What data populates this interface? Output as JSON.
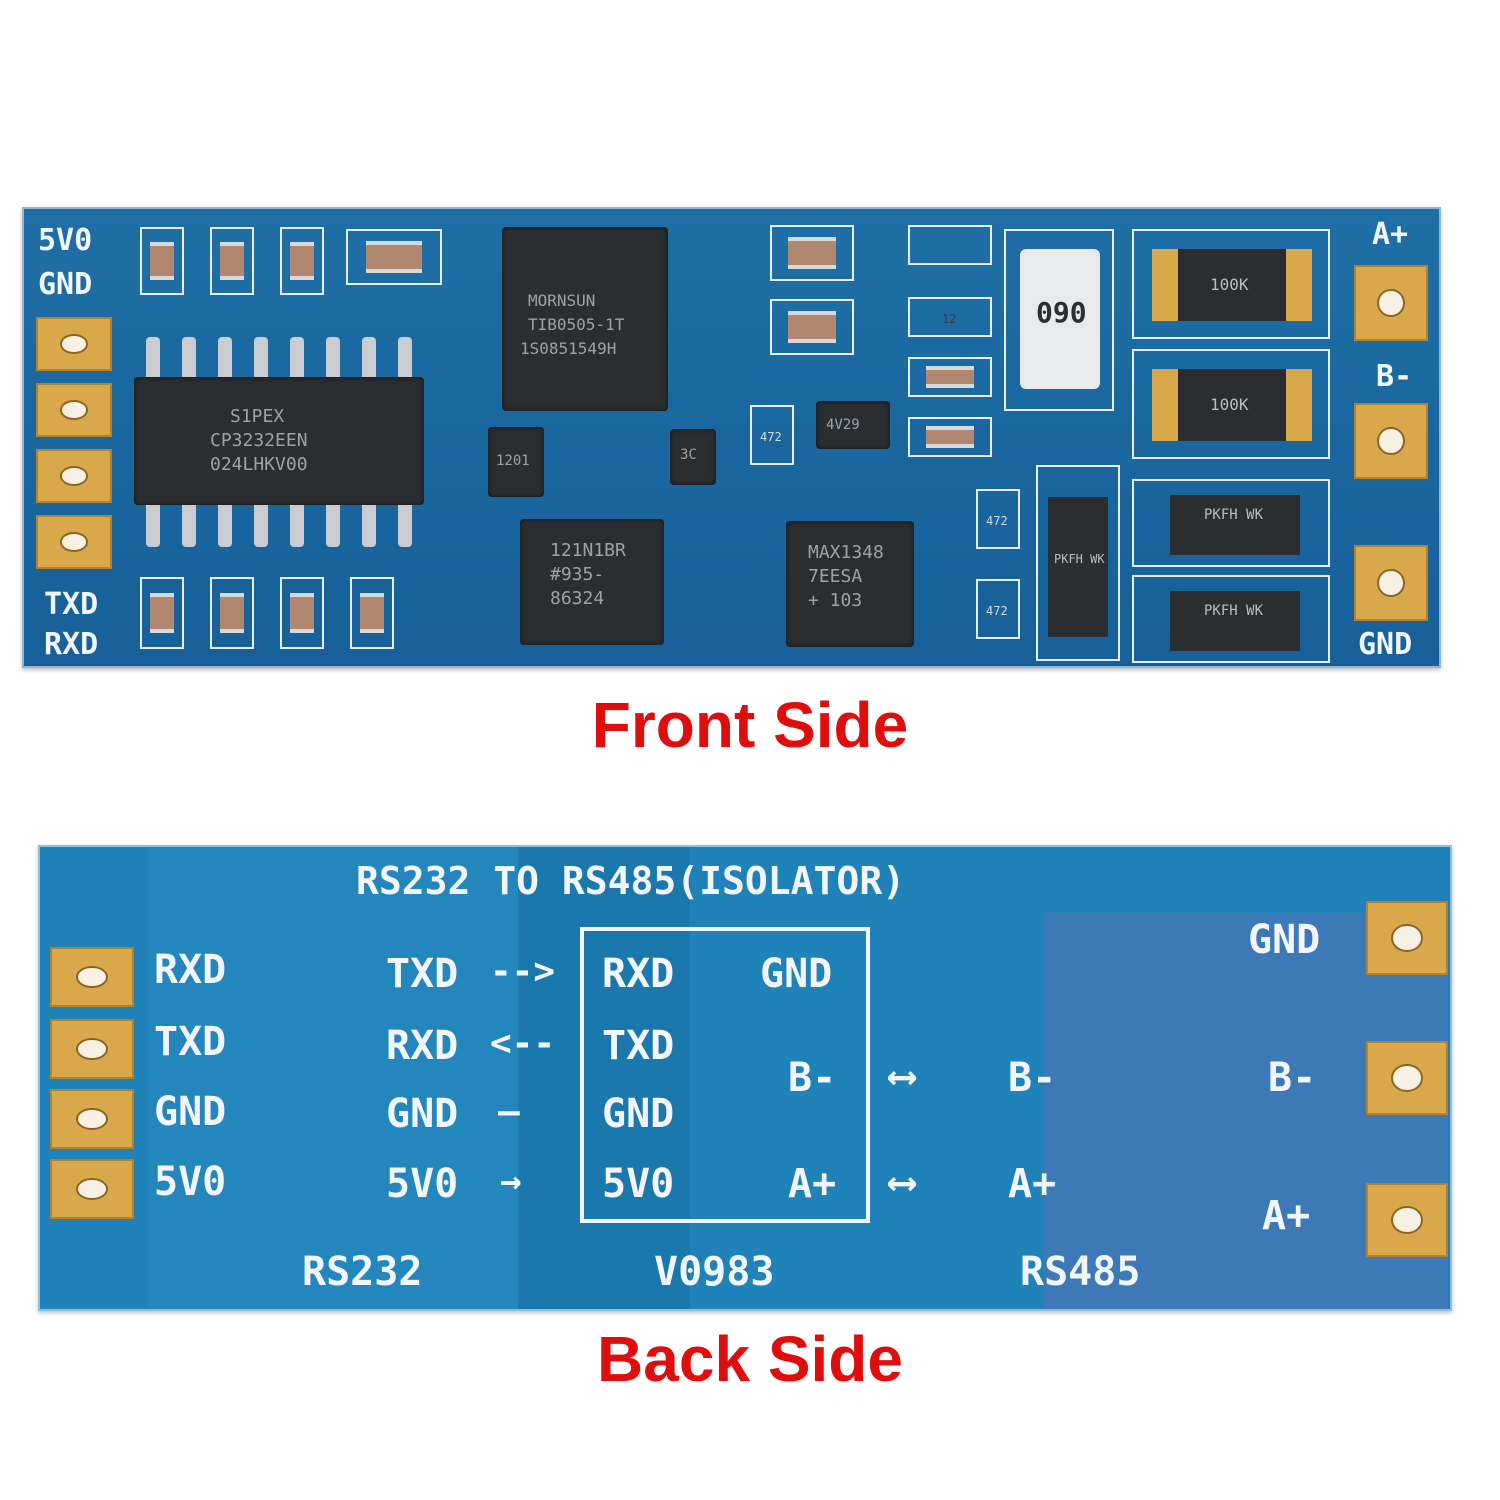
{
  "captions": {
    "front": "Front Side",
    "back": "Back Side"
  },
  "front": {
    "left_labels_top": [
      "5V0",
      "GND"
    ],
    "left_labels_bottom": [
      "TXD",
      "RXD"
    ],
    "right_labels": [
      "A+",
      "B-",
      "GND"
    ],
    "chips": {
      "main": [
        "S1PEX",
        "CP3232EEN",
        "024LHKV00"
      ],
      "isolator_power": [
        "MORNSUN",
        "TIB0505-1T",
        "1S0851549H"
      ],
      "isolator": [
        "121N1BR",
        "#935-",
        "86324"
      ],
      "transceiver": [
        "MAX1348",
        "7EESA",
        "+ 103"
      ],
      "small_a": "1201",
      "small_b": "3C",
      "small_c": "4V29",
      "inductor": "090",
      "res_100k": [
        "100K",
        "100K"
      ],
      "tvs": [
        "PKFH WK",
        "PKFH WK"
      ],
      "tvs_side": "PKFH WK",
      "res_472": [
        "472",
        "472",
        "472"
      ],
      "res_12": "12"
    }
  },
  "back": {
    "title": "RS232 TO RS485(ISOLATOR)",
    "left_labels": [
      "RXD",
      "TXD",
      "GND",
      "5V0"
    ],
    "map_left": [
      "TXD",
      "RXD",
      "GND",
      "5V0"
    ],
    "map_arrows_left": [
      "-->",
      "<--",
      "—",
      "→"
    ],
    "frame_left": [
      "RXD",
      "TXD",
      "GND",
      "5V0"
    ],
    "frame_right": [
      "GND",
      "B-",
      "A+"
    ],
    "map_right": [
      "B-",
      "A+"
    ],
    "right_labels": [
      "GND",
      "B-",
      "A+"
    ],
    "bottom_labels": [
      "RS232",
      "V0983",
      "RS485"
    ]
  }
}
